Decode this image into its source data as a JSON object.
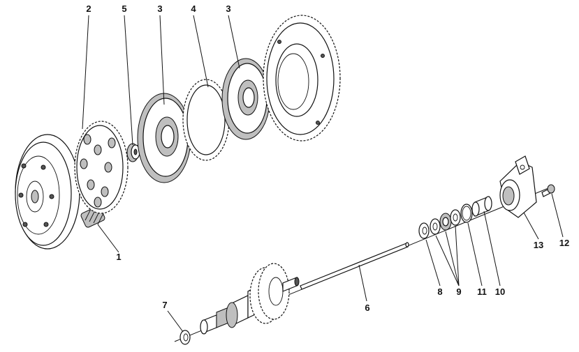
{
  "callouts": [
    {
      "id": "c2",
      "text": "2"
    },
    {
      "id": "c5",
      "text": "5"
    },
    {
      "id": "c3a",
      "text": "3"
    },
    {
      "id": "c4",
      "text": "4"
    },
    {
      "id": "c3b",
      "text": "3"
    },
    {
      "id": "c1",
      "text": "1"
    },
    {
      "id": "c13",
      "text": "13"
    },
    {
      "id": "c12",
      "text": "12"
    },
    {
      "id": "c8",
      "text": "8"
    },
    {
      "id": "c9",
      "text": "9"
    },
    {
      "id": "c11",
      "text": "11"
    },
    {
      "id": "c10",
      "text": "10"
    },
    {
      "id": "c6",
      "text": "6"
    },
    {
      "id": "c7",
      "text": "7"
    }
  ],
  "colors": {
    "ink": "#111111",
    "paper": "#ffffff",
    "shade": "#bfbfbf"
  }
}
